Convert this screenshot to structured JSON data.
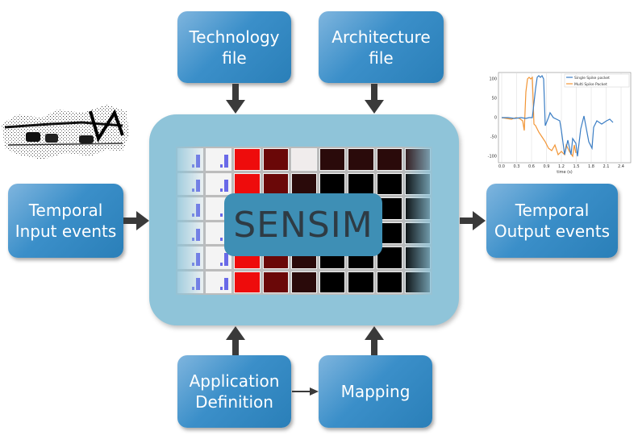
{
  "blocks": {
    "technology": "Technology\nfile",
    "architecture": "Architecture\nfile",
    "input": "Temporal\nInput events",
    "output": "Temporal\nOutput events",
    "application": "Application\nDefinition",
    "mapping": "Mapping",
    "core": "SENSIM"
  },
  "plot": {
    "legend": [
      "Single Spike packet",
      "Multi Spike Packet"
    ],
    "series_colors": [
      "#3a7dc4",
      "#f29535"
    ],
    "y_ticks": [
      "100",
      "50",
      "0",
      "-50",
      "-100"
    ],
    "x_ticks": [
      "0.0",
      "0.3",
      "0.6",
      "0.9",
      "1.2",
      "1.5",
      "1.8",
      "2.1",
      "2.4"
    ],
    "xlabel": "time (s)"
  },
  "colors": {
    "box": "#3b8fc9",
    "panel": "#8fc4d9",
    "core": "#3e8fb5",
    "arrow": "#3a3a3a"
  }
}
